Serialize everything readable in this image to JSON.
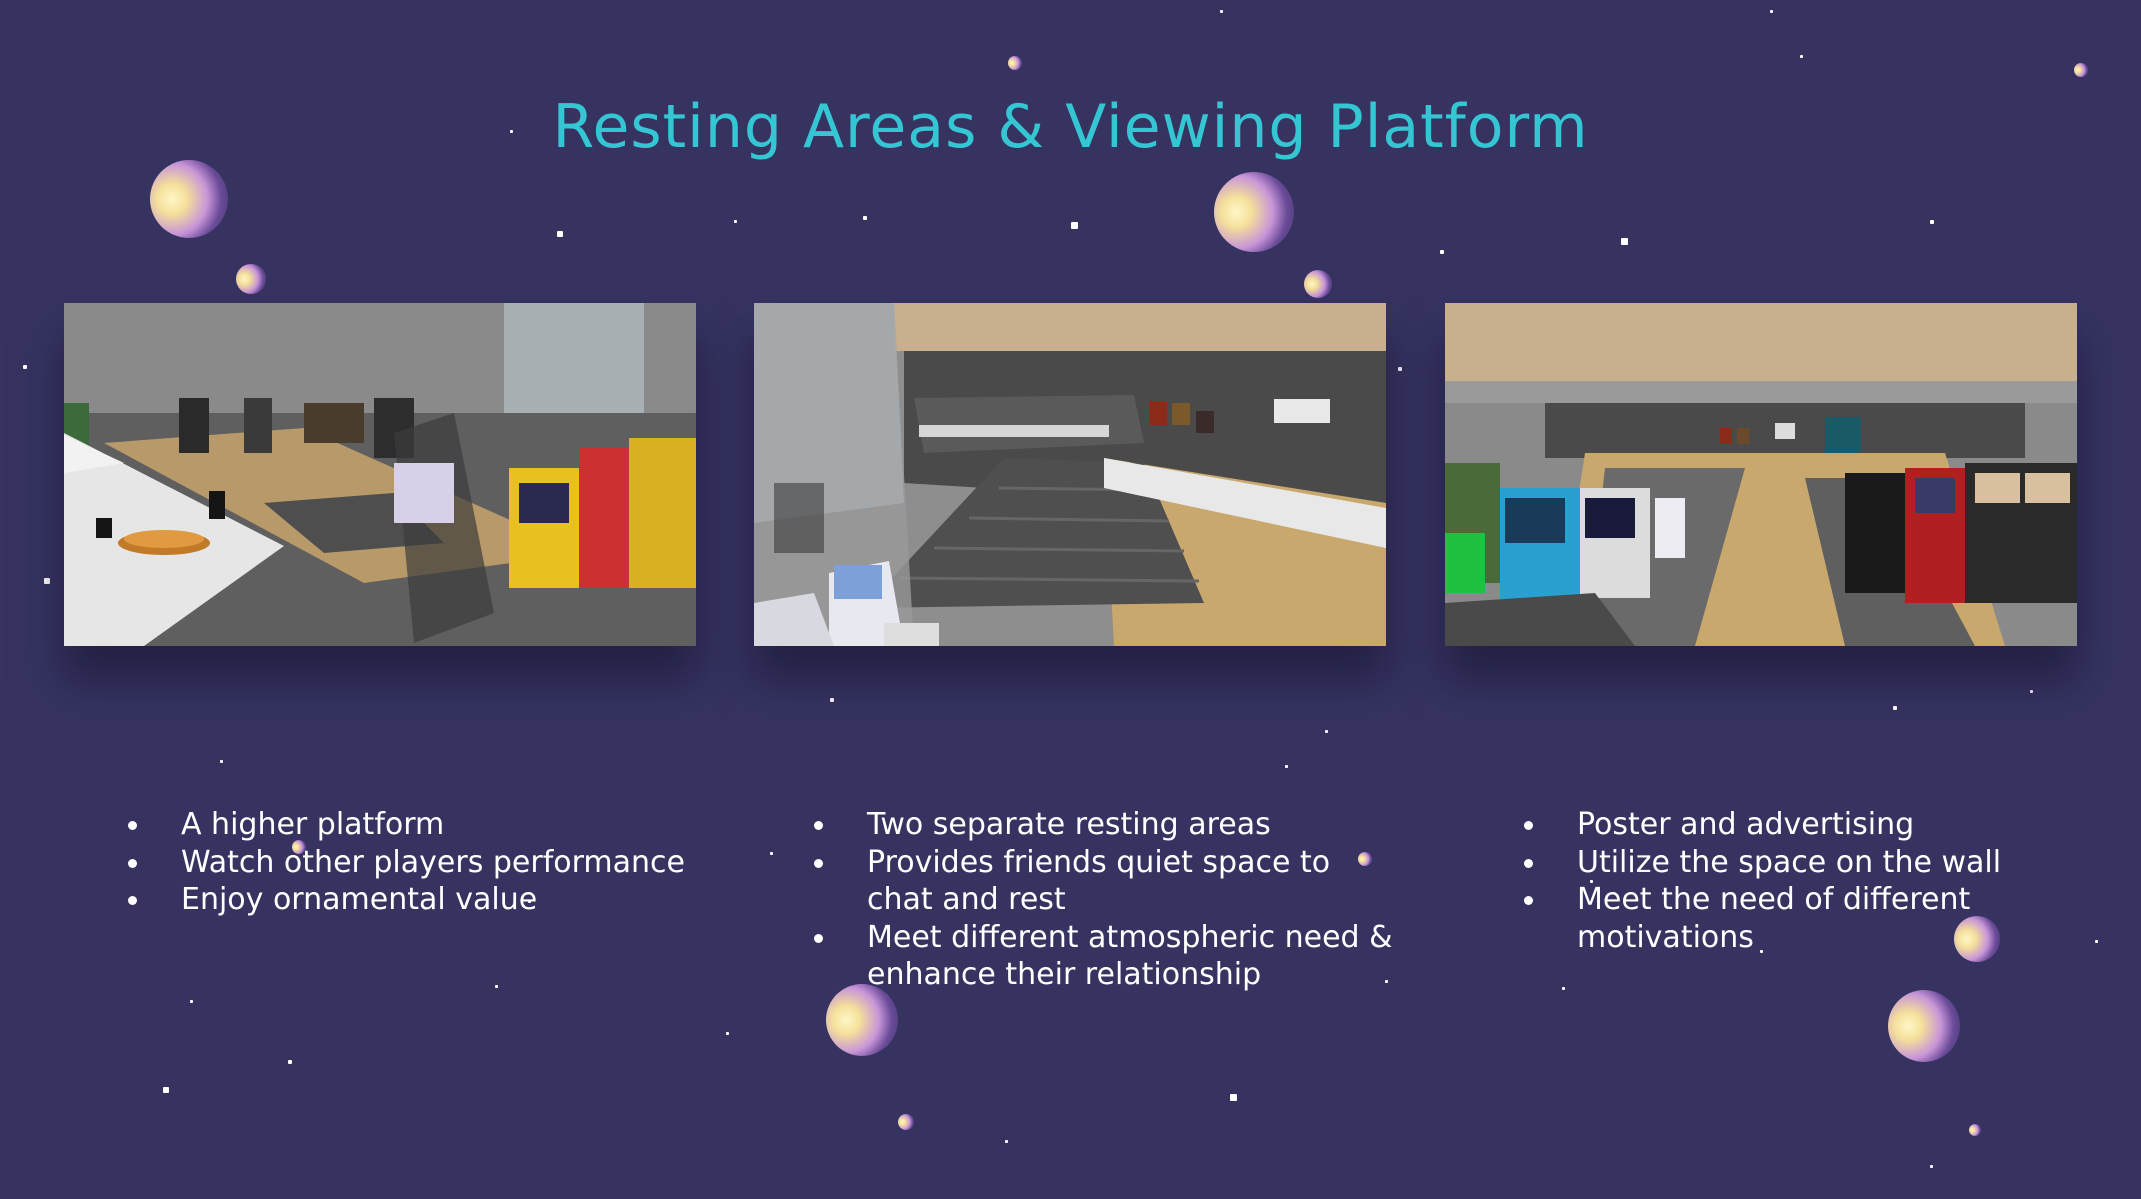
{
  "slide": {
    "title": "Resting Areas & Viewing Platform",
    "background_color": "#363361",
    "title_color": "#35c6d4"
  },
  "photos": [
    {
      "subject": "higher platform overlooking arcade floor with table, mug and bowl"
    },
    {
      "subject": "stairs leading to resting area with posters on the wall"
    },
    {
      "subject": "arcade floor with racing cabinets and wall posters"
    }
  ],
  "columns": [
    {
      "bullets": [
        "A higher platform",
        "Watch other players performance",
        "Enjoy ornamental value"
      ]
    },
    {
      "bullets": [
        "Two separate resting areas",
        "Provides friends quiet space to chat and rest",
        "Meet different atmospheric need & enhance their relationship"
      ]
    },
    {
      "bullets": [
        "Poster and advertising",
        "Utilize the space on the wall",
        "Meet the need of different motivations"
      ]
    }
  ]
}
